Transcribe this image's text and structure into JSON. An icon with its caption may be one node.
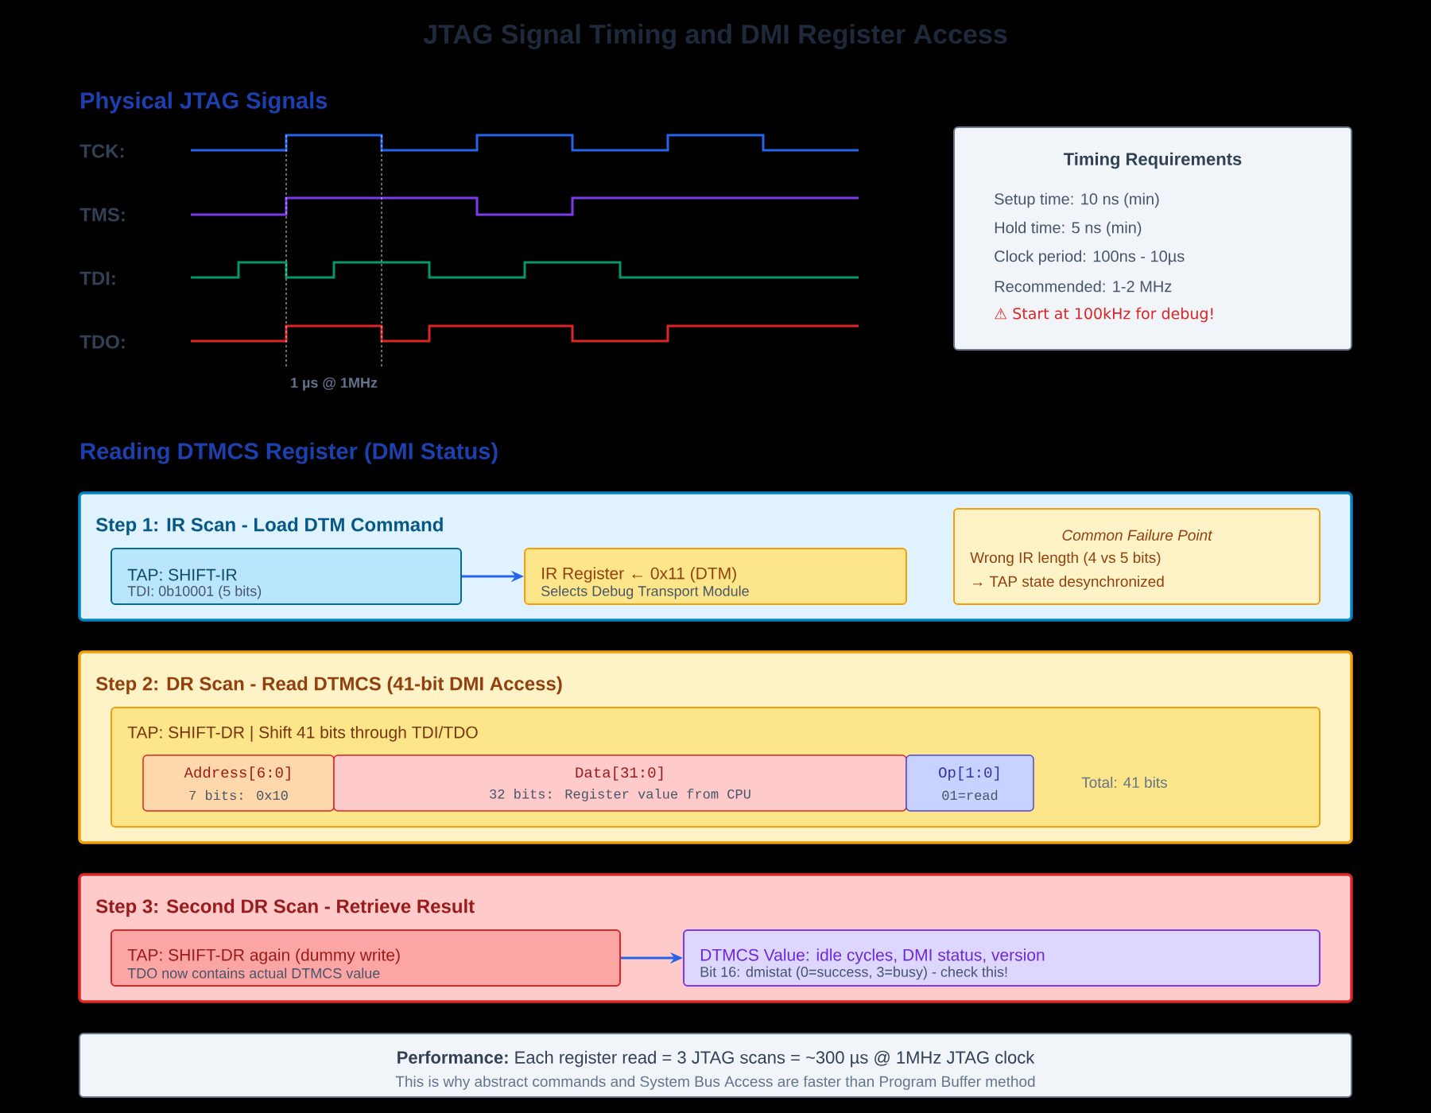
{
  "diagram": {
    "title": "JTAG Signal Timing and DMI Register Access",
    "nodes": [
      {
        "text": [
          "Timing Requirements",
          "Setup time: 10 ns (min)",
          "Hold time: 5 ns (min)",
          "Clock period: 100ns - 10µs",
          "Recommended: 1-2 MHz",
          "⚠ Start at 100kHz for debug!"
        ]
      },
      {
        "text": [
          "Step 1: IR Scan - Load DTM Command"
        ]
      },
      {
        "text": [
          "TAP: SHIFT-IR",
          "TDI: 0b10001 (5 bits)"
        ],
        "in": 1
      },
      {
        "text": [
          "IR Register ← 0x11 (DTM)",
          "Selects Debug Transport Module"
        ],
        "in": 1
      },
      {
        "text": [
          "Common Failure Point",
          "Wrong IR length (4 vs 5 bits)",
          "→ TAP state desynchronized"
        ],
        "in": 1
      },
      {
        "text": [
          "Step 2: DR Scan - Read DTMCS (41-bit DMI Access)"
        ]
      },
      {
        "text": [
          "TAP: SHIFT-DR | Shift 41 bits through TDI/TDO"
        ],
        "in": 5
      },
      {
        "text": [
          "Address[6:0]",
          "7 bits: 0x10"
        ],
        "in": 6
      },
      {
        "text": [
          "Data[31:0]",
          "32 bits: Register value from CPU"
        ],
        "in": 6
      },
      {
        "text": [
          "Op[1:0]",
          "01=read"
        ],
        "in": 6
      },
      {
        "text": [
          "Step 3: Second DR Scan - Retrieve Result"
        ]
      },
      {
        "text": [
          "TAP: SHIFT-DR again (dummy write)",
          "TDO now contains actual DTMCS value"
        ],
        "in": 10
      },
      {
        "text": [
          "DTMCS Value: idle cycles, DMI status, version",
          "Bit 16: dmistat (0=success, 3=busy) - check this!"
        ],
        "in": 10
      },
      {
        "text": [
          "Performance:",
          "Each register read = 3 JTAG scans = ~300 µs @ 1MHz JTAG clock",
          "This is why abstract commands and System Bus Access are faster than Program Buffer method"
        ]
      }
    ],
    "edges": [
      {
        "from": 2,
        "to": 3,
        "arrow": "to"
      },
      {
        "from": 11,
        "to": 12,
        "arrow": "to"
      }
    ],
    "labels": [
      "Physical JTAG Signals",
      "TCK:",
      "TMS:",
      "TDI:",
      "TDO:",
      "1 µs @ 1MHz",
      "Reading DTMCS Register (DMI Status)",
      "Total: 41 bits"
    ]
  }
}
